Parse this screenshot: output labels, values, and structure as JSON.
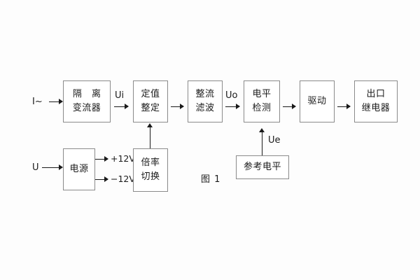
{
  "figure": {
    "caption": "图 1",
    "background_color": "#fdfdfd",
    "box_border_color": "#8a8a8a",
    "line_color": "#1a1a1a"
  },
  "inputs": {
    "current": "I~",
    "voltage": "U"
  },
  "signal_labels": {
    "ui": "Ui",
    "uo": "Uo",
    "ue": "Ue"
  },
  "power_rails": {
    "positive": "+12V",
    "negative": "−12V"
  },
  "blocks": [
    {
      "id": "isolation-transformer",
      "line1": "隔 离",
      "line2": "变流器"
    },
    {
      "id": "setting-value",
      "line1": "定值",
      "line2": "整定"
    },
    {
      "id": "rectify-filter",
      "line1": "整流",
      "line2": "滤波"
    },
    {
      "id": "level-detection",
      "line1": "电平",
      "line2": "检测"
    },
    {
      "id": "driver",
      "line1": "驱动",
      "line2": ""
    },
    {
      "id": "output-relay",
      "line1": "出口",
      "line2": "继电器"
    },
    {
      "id": "power-supply",
      "line1": "电源",
      "line2": ""
    },
    {
      "id": "multiplier-switch",
      "line1": "倍率",
      "line2": "切换"
    },
    {
      "id": "reference-level",
      "line1": "参考电平",
      "line2": ""
    }
  ]
}
